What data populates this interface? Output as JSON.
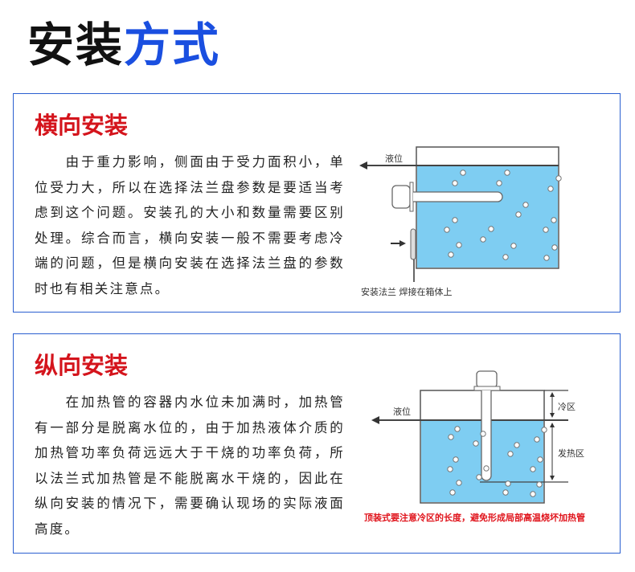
{
  "title": {
    "part1": "安装",
    "part2": "方式"
  },
  "horizontal": {
    "heading": "横向安装",
    "body": "　　由于重力影响，侧面由于受力面积小，单位受力大，所以在选择法兰盘参数是要适当考虑到这个问题。安装孔的大小和数量需要区别处理。综合而言，横向安装一般不需要考虑冷端的问题，但是横向安装在选择法兰盘的参数时也有相关注意点。",
    "diagram": {
      "level_label": "液位",
      "caption": "安装法兰 焊接在箱体上"
    }
  },
  "vertical": {
    "heading": "纵向安装",
    "body": "　　在加热管的容器内水位未加满时，加热管有一部分是脱离水位的，由于加热液体介质的加热管功率负荷远远大于干烧的功率负荷，所以法兰式加热管是不能脱离水干烧的，因此在纵向安装的情况下，需要确认现场的实际液面高度。",
    "diagram": {
      "level_label": "液位",
      "cold_zone": "冷区",
      "heat_zone": "发热区",
      "caption": "顶装式要注意冷区的长度，避免形成局部高温烧坏加热管"
    }
  },
  "colors": {
    "accent_blue": "#1a4fe0",
    "heading_red": "#d4141c",
    "water": "#7ecdf2"
  }
}
